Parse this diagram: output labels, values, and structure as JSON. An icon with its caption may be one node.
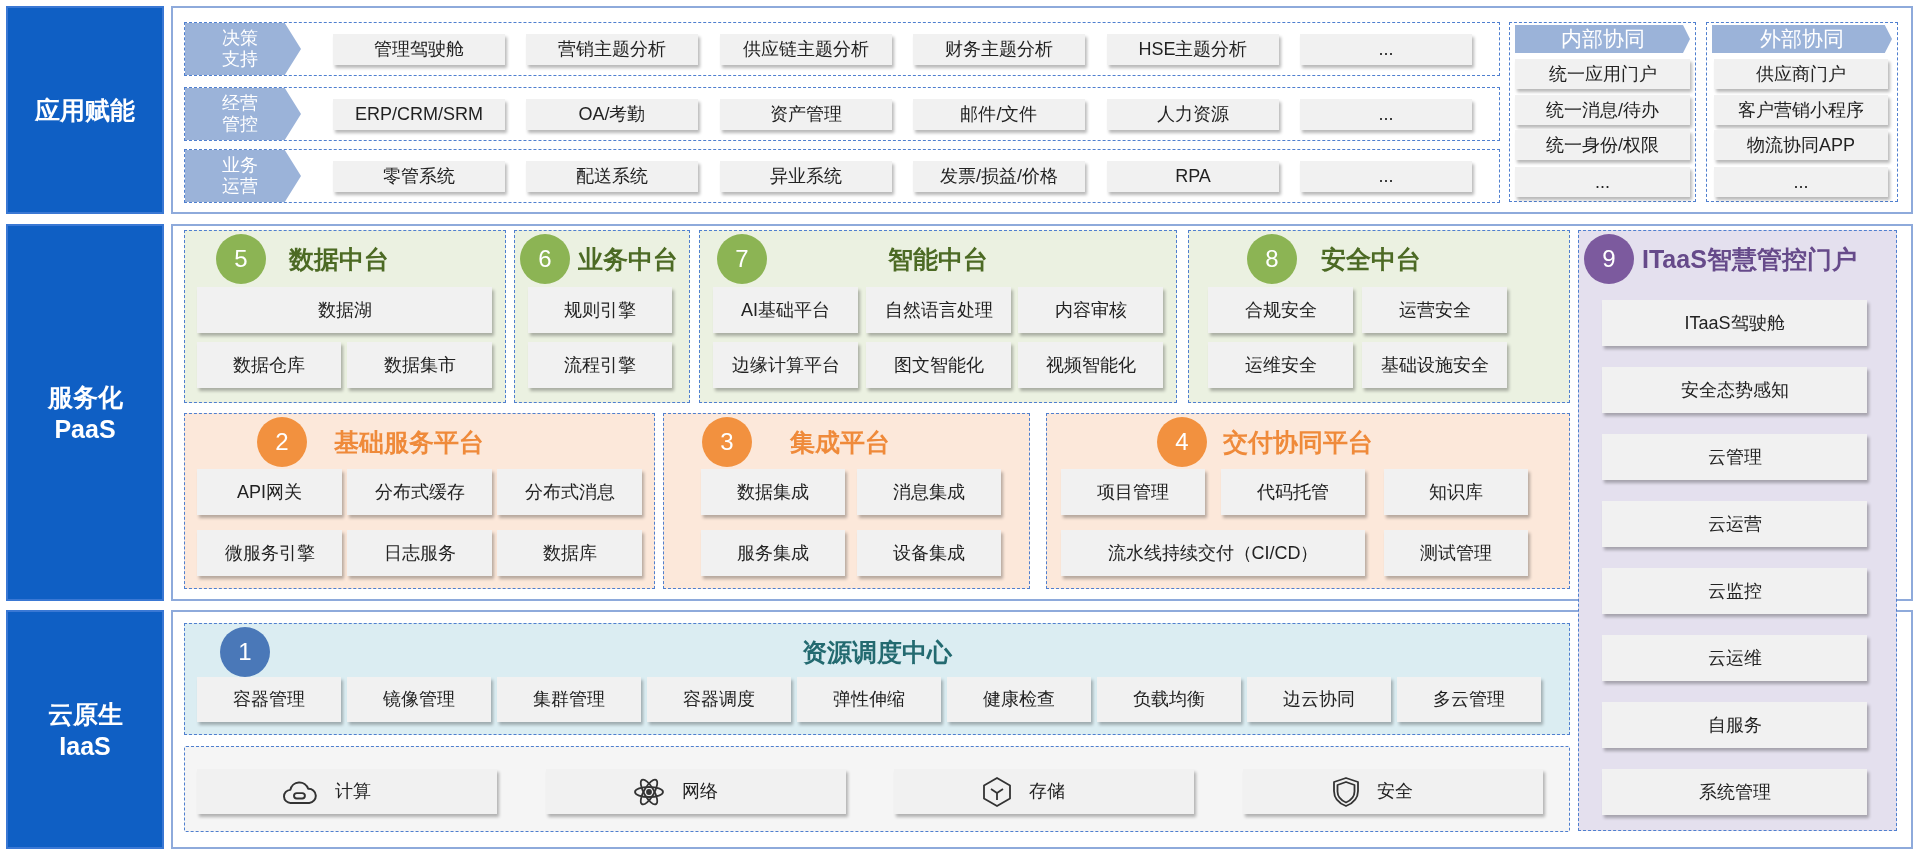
{
  "diagram": {
    "nodes": [
      {
        "text": [
          "应用赋能"
        ]
      },
      {
        "text": [
          "决策支持"
        ]
      },
      {
        "text": [
          "管理驾驶舱"
        ],
        "in": 1
      },
      {
        "text": [
          "营销主题分析"
        ],
        "in": 1
      },
      {
        "text": [
          "供应链主题分析"
        ],
        "in": 1
      },
      {
        "text": [
          "财务主题分析"
        ],
        "in": 1
      },
      {
        "text": [
          "HSE主题分析"
        ],
        "in": 1
      },
      {
        "text": [
          "..."
        ],
        "in": 1
      },
      {
        "text": [
          "经营管控"
        ]
      },
      {
        "text": [
          "ERP/CRM/SRM"
        ],
        "in": 8
      },
      {
        "text": [
          "OA/考勤"
        ],
        "in": 8
      },
      {
        "text": [
          "资产管理"
        ],
        "in": 8
      },
      {
        "text": [
          "邮件/文件"
        ],
        "in": 8
      },
      {
        "text": [
          "人力资源"
        ],
        "in": 8
      },
      {
        "text": [
          "..."
        ],
        "in": 8
      },
      {
        "text": [
          "业务运营"
        ]
      },
      {
        "text": [
          "零管系统"
        ],
        "in": 15
      },
      {
        "text": [
          "配送系统"
        ],
        "in": 15
      },
      {
        "text": [
          "异业系统"
        ],
        "in": 15
      },
      {
        "text": [
          "发票/损益/价格"
        ],
        "in": 15
      },
      {
        "text": [
          "RPA"
        ],
        "in": 15
      },
      {
        "text": [
          "..."
        ],
        "in": 15
      },
      {
        "text": [
          "内部协同"
        ]
      },
      {
        "text": [
          "统一应用门户"
        ],
        "in": 22
      },
      {
        "text": [
          "统一消息/待办"
        ],
        "in": 22
      },
      {
        "text": [
          "统一身份/权限"
        ],
        "in": 22
      },
      {
        "text": [
          "..."
        ],
        "in": 22
      },
      {
        "text": [
          "外部协同"
        ]
      },
      {
        "text": [
          "供应商门户"
        ],
        "in": 27
      },
      {
        "text": [
          "客户营销小程序"
        ],
        "in": 27
      },
      {
        "text": [
          "物流协同APP"
        ],
        "in": 27
      },
      {
        "text": [
          "..."
        ],
        "in": 27
      },
      {
        "text": [
          "服务化 PaaS"
        ]
      },
      {
        "text": [
          "5",
          "数据中台"
        ]
      },
      {
        "text": [
          "数据湖"
        ],
        "in": 33
      },
      {
        "text": [
          "数据仓库"
        ],
        "in": 33
      },
      {
        "text": [
          "数据集市"
        ],
        "in": 33
      },
      {
        "text": [
          "6",
          "业务中台"
        ]
      },
      {
        "text": [
          "规则引擎"
        ],
        "in": 37
      },
      {
        "text": [
          "流程引擎"
        ],
        "in": 37
      },
      {
        "text": [
          "7",
          "智能中台"
        ]
      },
      {
        "text": [
          "AI基础平台"
        ],
        "in": 40
      },
      {
        "text": [
          "自然语言处理"
        ],
        "in": 40
      },
      {
        "text": [
          "内容审核"
        ],
        "in": 40
      },
      {
        "text": [
          "边缘计算平台"
        ],
        "in": 40
      },
      {
        "text": [
          "图文智能化"
        ],
        "in": 40
      },
      {
        "text": [
          "视频智能化"
        ],
        "in": 40
      },
      {
        "text": [
          "8",
          "安全中台"
        ]
      },
      {
        "text": [
          "合规安全"
        ],
        "in": 47
      },
      {
        "text": [
          "运营安全"
        ],
        "in": 47
      },
      {
        "text": [
          "运维安全"
        ],
        "in": 47
      },
      {
        "text": [
          "基础设施安全"
        ],
        "in": 47
      },
      {
        "text": [
          "9",
          "ITaaS智慧管控门户"
        ]
      },
      {
        "text": [
          "ITaaS驾驶舱"
        ],
        "in": 52
      },
      {
        "text": [
          "安全态势感知"
        ],
        "in": 52
      },
      {
        "text": [
          "云管理"
        ],
        "in": 52
      },
      {
        "text": [
          "云运营"
        ],
        "in": 52
      },
      {
        "text": [
          "云监控"
        ],
        "in": 52
      },
      {
        "text": [
          "云运维"
        ],
        "in": 52
      },
      {
        "text": [
          "自服务"
        ],
        "in": 52
      },
      {
        "text": [
          "系统管理"
        ],
        "in": 52
      },
      {
        "text": [
          "2",
          "基础服务平台"
        ]
      },
      {
        "text": [
          "API网关"
        ],
        "in": 61
      },
      {
        "text": [
          "分布式缓存"
        ],
        "in": 61
      },
      {
        "text": [
          "分布式消息"
        ],
        "in": 61
      },
      {
        "text": [
          "微服务引擎"
        ],
        "in": 61
      },
      {
        "text": [
          "日志服务"
        ],
        "in": 61
      },
      {
        "text": [
          "数据库"
        ],
        "in": 61
      },
      {
        "text": [
          "3",
          "集成平台"
        ]
      },
      {
        "text": [
          "数据集成"
        ],
        "in": 68
      },
      {
        "text": [
          "消息集成"
        ],
        "in": 68
      },
      {
        "text": [
          "服务集成"
        ],
        "in": 68
      },
      {
        "text": [
          "设备集成"
        ],
        "in": 68
      },
      {
        "text": [
          "4",
          "交付协同平台"
        ]
      },
      {
        "text": [
          "项目管理"
        ],
        "in": 73
      },
      {
        "text": [
          "代码托管"
        ],
        "in": 73
      },
      {
        "text": [
          "知识库"
        ],
        "in": 73
      },
      {
        "text": [
          "流水线持续交付（CI/CD）"
        ],
        "in": 73
      },
      {
        "text": [
          "测试管理"
        ],
        "in": 73
      },
      {
        "text": [
          "云原生 IaaS"
        ]
      },
      {
        "text": [
          "1",
          "资源调度中心"
        ]
      },
      {
        "text": [
          "容器管理"
        ],
        "in": 80
      },
      {
        "text": [
          "镜像管理"
        ],
        "in": 80
      },
      {
        "text": [
          "集群管理"
        ],
        "in": 80
      },
      {
        "text": [
          "容器调度"
        ],
        "in": 80
      },
      {
        "text": [
          "弹性伸缩"
        ],
        "in": 80
      },
      {
        "text": [
          "健康检查"
        ],
        "in": 80
      },
      {
        "text": [
          "负载均衡"
        ],
        "in": 80
      },
      {
        "text": [
          "边云协同"
        ],
        "in": 80
      },
      {
        "text": [
          "多云管理"
        ],
        "in": 80
      },
      {
        "text": [],
        "shape": "box"
      },
      {
        "text": [
          "计算"
        ],
        "in": 90
      },
      {
        "text": [
          "网络"
        ],
        "in": 90
      },
      {
        "text": [
          "存储"
        ],
        "in": 90
      },
      {
        "text": [
          "安全"
        ],
        "in": 90
      }
    ]
  }
}
